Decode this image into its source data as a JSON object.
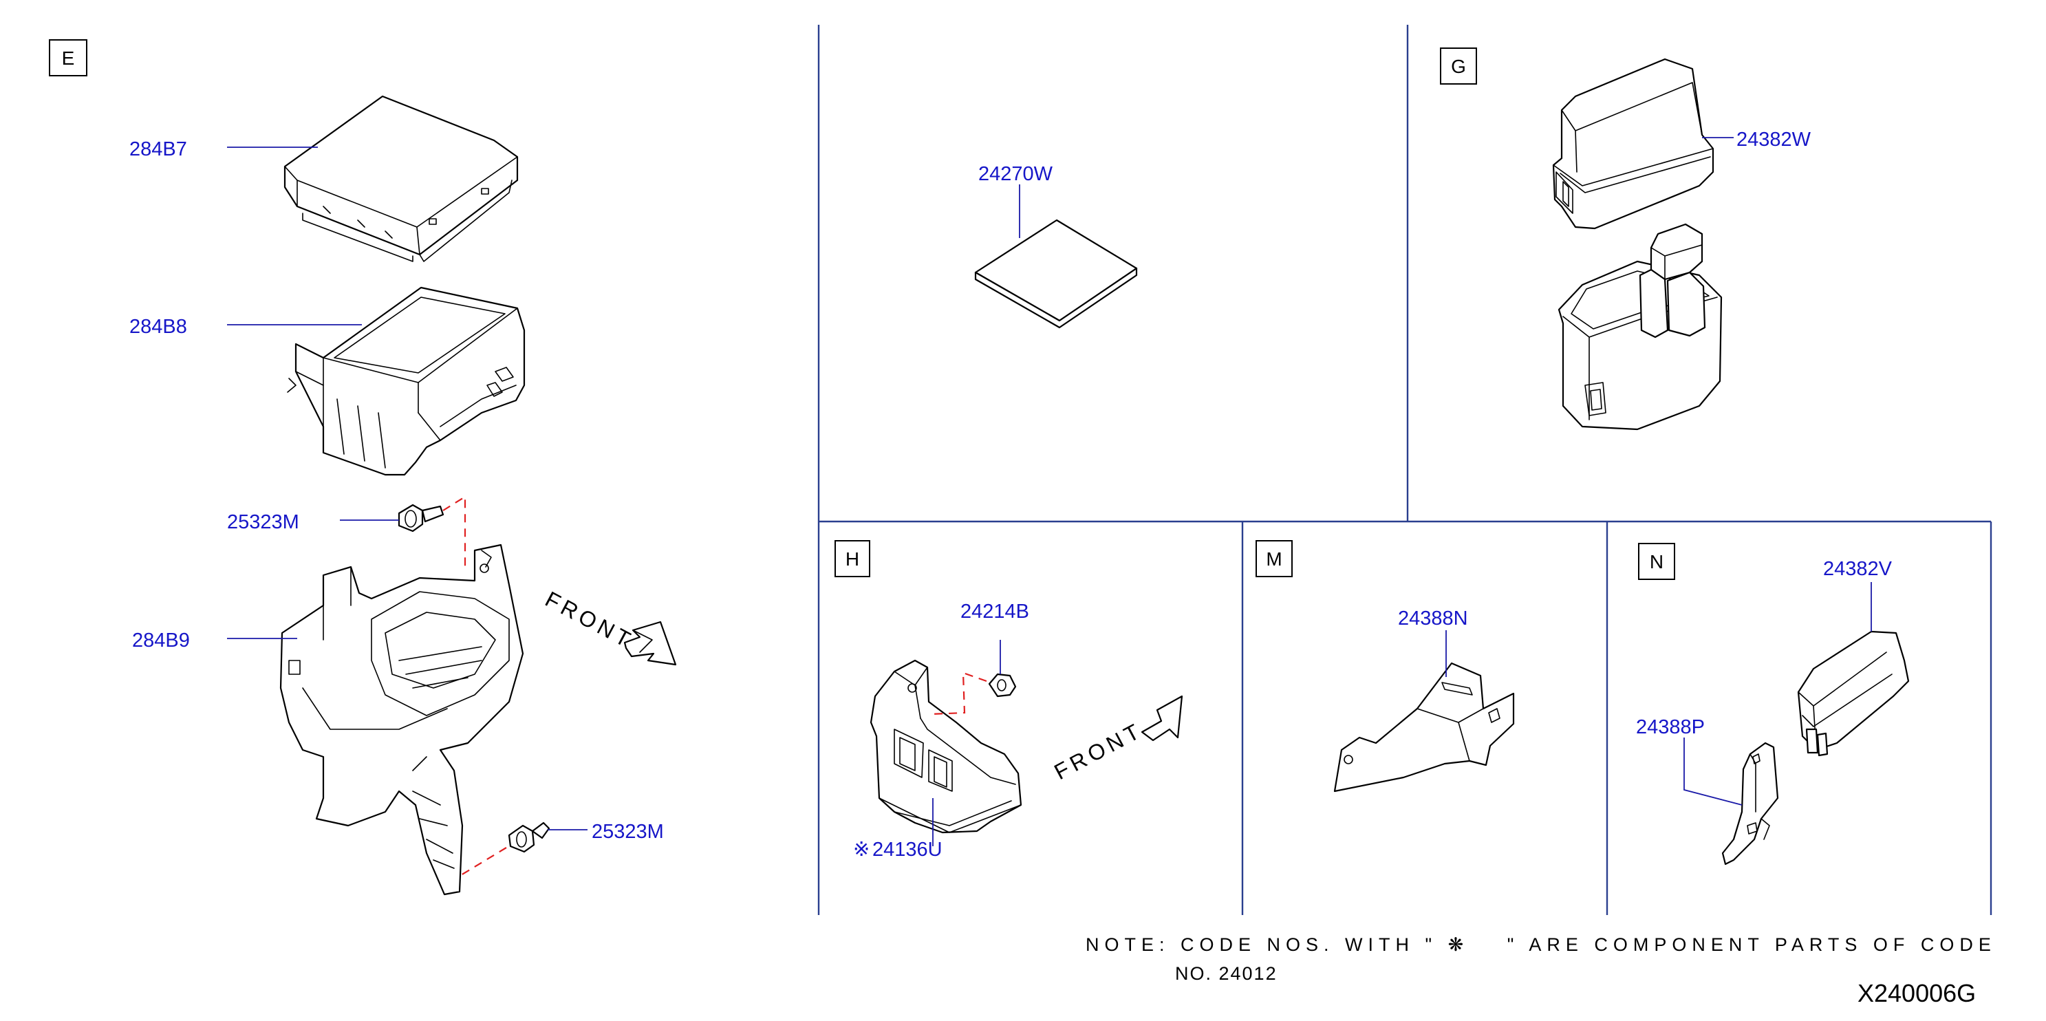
{
  "sections": {
    "e": "E",
    "g": "G",
    "h": "H",
    "m": "M",
    "n": "N"
  },
  "parts": {
    "p284b7": "284B7",
    "p284b8": "284B8",
    "p25323m_top": "25323M",
    "p284b9": "284B9",
    "p25323m_bottom": "25323M",
    "p24270w": "24270W",
    "p24382w": "24382W",
    "p24214b": "24214B",
    "p24136u": "24136U",
    "p24388n": "24388N",
    "p24382v": "24382V",
    "p24388p": "24388P"
  },
  "markers": {
    "asterisk": "※"
  },
  "front_labels": {
    "e": "FRONT",
    "h": "FRONT"
  },
  "note": {
    "part1": "NOTE: CODE NOS. WITH \"",
    "symbol": "❋",
    "part2": "\" ARE COMPONENT PARTS OF CODE",
    "line2": "NO. 24012"
  },
  "diagram_code": "X240006G",
  "colors": {
    "label": "#1616c8",
    "separator": "#2a3f8f",
    "dashed": "#e02020"
  }
}
